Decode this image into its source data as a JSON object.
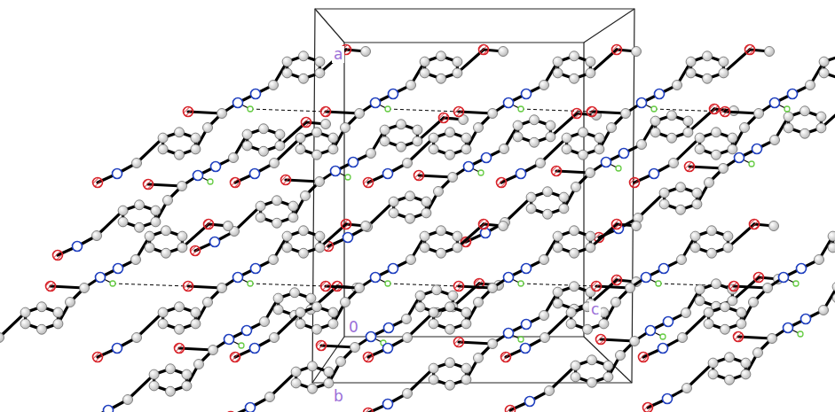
{
  "diagram": {
    "labels": [
      "a",
      "0",
      "c",
      "b"
    ]
  }
}
